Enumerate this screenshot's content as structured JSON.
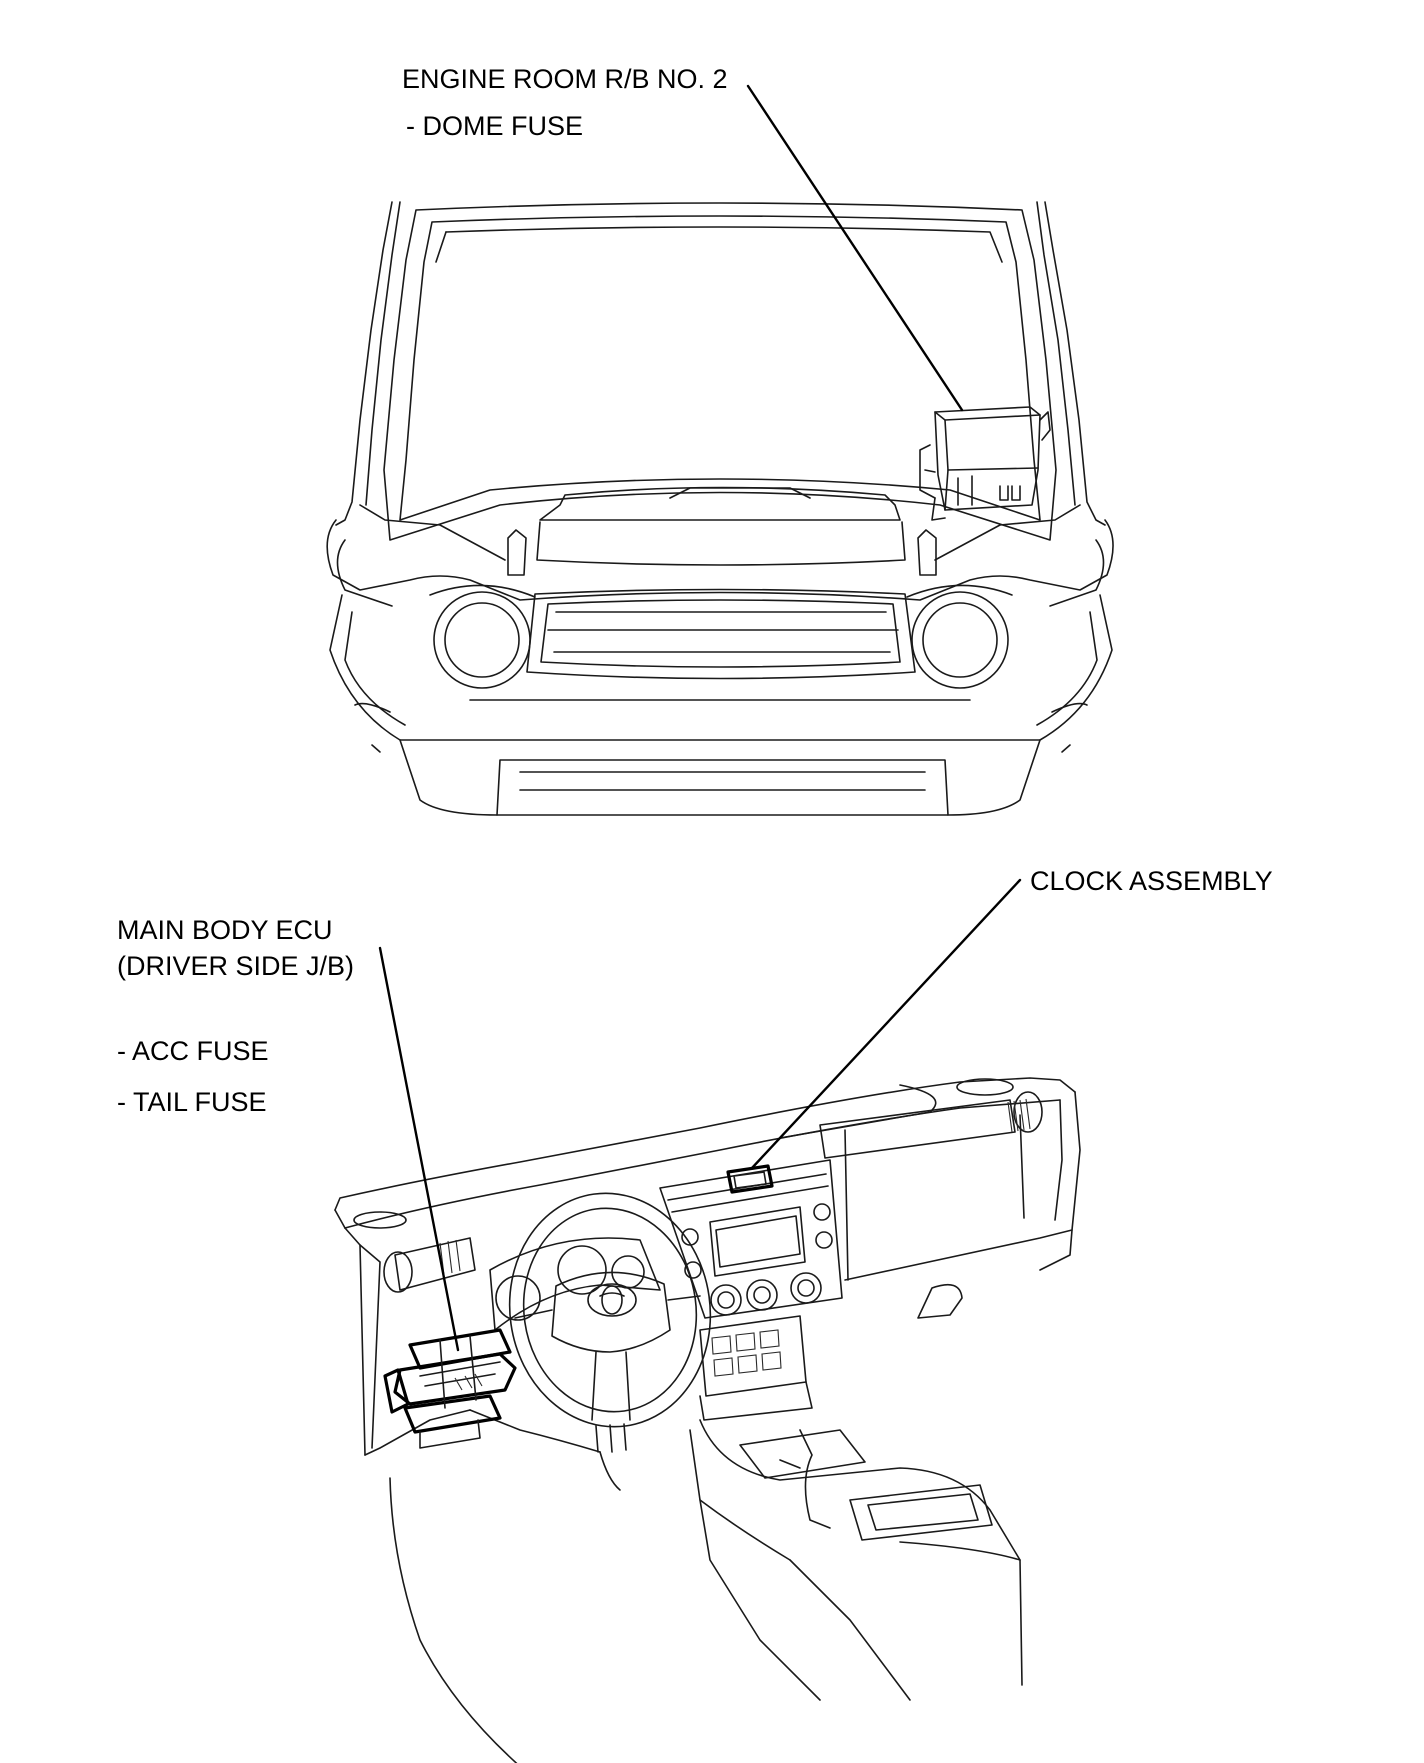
{
  "callouts": {
    "engine_room": {
      "title": "ENGINE ROOM R/B NO. 2",
      "items": [
        "- DOME FUSE"
      ]
    },
    "clock": {
      "title": "CLOCK ASSEMBLY"
    },
    "main_body_ecu": {
      "title": "MAIN BODY ECU",
      "subtitle": "(DRIVER SIDE J/B)",
      "items": [
        "- ACC FUSE",
        "- TAIL FUSE"
      ]
    }
  },
  "colors": {
    "line": "#1a1a1a",
    "background": "#ffffff"
  }
}
